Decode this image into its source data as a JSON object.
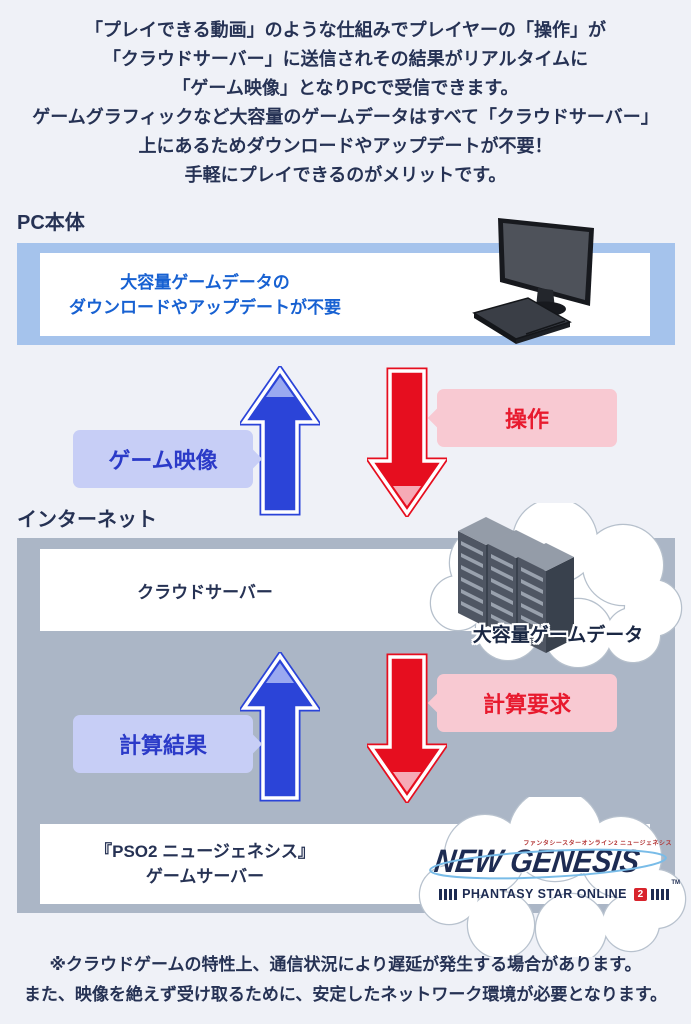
{
  "intro": {
    "lines": [
      "「プレイできる動画」のような仕組みでプレイヤーの「操作」が",
      "「クラウドサーバー」に送信されその結果がリアルタイムに",
      "「ゲーム映像」となりPCで受信できます。",
      "ゲームグラフィックなど大容量のゲームデータはすべて「クラウドサーバー」",
      "上にあるためダウンロードやアップデートが不要！",
      "手軽にプレイできるのがメリットです。"
    ]
  },
  "pc": {
    "section_label": "PC本体",
    "box_line1": "大容量ゲームデータの",
    "box_line2": "ダウンロードやアップデートが不要"
  },
  "flow_pc": {
    "upload_label": "ゲーム映像",
    "download_label": "操作"
  },
  "internet": {
    "section_label": "インターネット",
    "cloud_server_box": "クラウドサーバー",
    "data_cloud_caption": "大容量ゲームデータ"
  },
  "flow_server": {
    "upload_label": "計算結果",
    "download_label": "計算要求"
  },
  "game_server_box": {
    "line1": "『PSO2 ニュージェネシス』",
    "line2": "ゲームサーバー"
  },
  "logo": {
    "kana": "ファンタシースターオンライン2 ニュージェネシス",
    "title": "NEW GENESIS",
    "tm": "TM",
    "subtitle": "PHANTASY STAR ONLINE",
    "badge": "2"
  },
  "footer": {
    "lines": [
      "※クラウドゲームの特性上、通信状況により遅延が発生する場合があります。",
      "また、映像を絶えず受け取るために、安定したネットワーク環境が必要となります。"
    ]
  },
  "colors": {
    "background": "#eff1f7",
    "navy_text": "#263254",
    "pc_band": "#a5c3ec",
    "internet_band": "#abb6c6",
    "box_blue_text": "#1761d2",
    "blue_arrow": "#2b44d8",
    "red_arrow": "#e60e1f",
    "blue_bubble_bg": "#c7cef6",
    "pink_bubble_bg": "#f8c9d2",
    "logo_navy": "#1d2b52",
    "logo_badge_red": "#d8242c"
  }
}
